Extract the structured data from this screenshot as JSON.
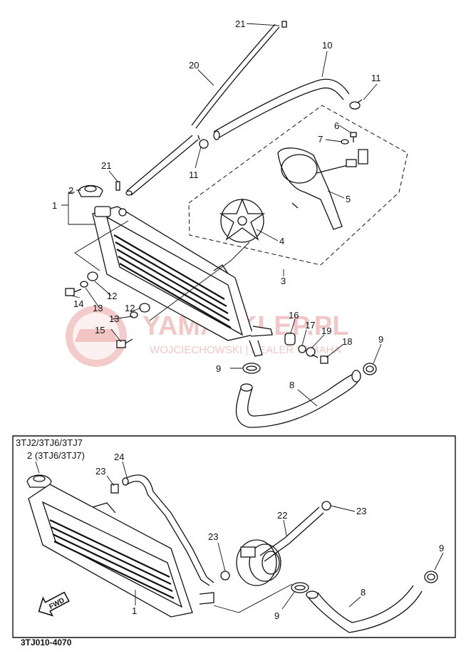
{
  "diagram": {
    "part_labels_main": {
      "p21a": "21",
      "p20": "20",
      "p10": "10",
      "p11a": "11",
      "p6": "6",
      "p7": "7",
      "p21b": "21",
      "p11b": "11",
      "p5": "5",
      "p2": "2",
      "p1": "1",
      "p4": "4",
      "p3": "3",
      "p12a": "12",
      "p13a": "13",
      "p14": "14",
      "p13b": "13",
      "p12b": "12",
      "p15": "15",
      "p16": "16",
      "p17": "17",
      "p19": "19",
      "p18": "18",
      "p9a": "9",
      "p9b": "9",
      "p8": "8"
    },
    "inset": {
      "models": "3TJ2/3TJ6/3TJ7",
      "cap_label": "2 (3TJ6/3TJ7)",
      "part_labels": {
        "p24": "24",
        "p23a": "23",
        "p22": "22",
        "p23b": "23",
        "p23c": "23",
        "p9a": "9",
        "p9b": "9",
        "p8": "8",
        "p1": "1"
      }
    },
    "fwd_label": "FWD",
    "diagram_code": "3TJ010-4070"
  },
  "watermark": {
    "brand": "YAMASKLEP.PL",
    "subline": "WOJCIECHOWSKI | DEALER YAMAHA",
    "color": "#e8a3a3"
  }
}
